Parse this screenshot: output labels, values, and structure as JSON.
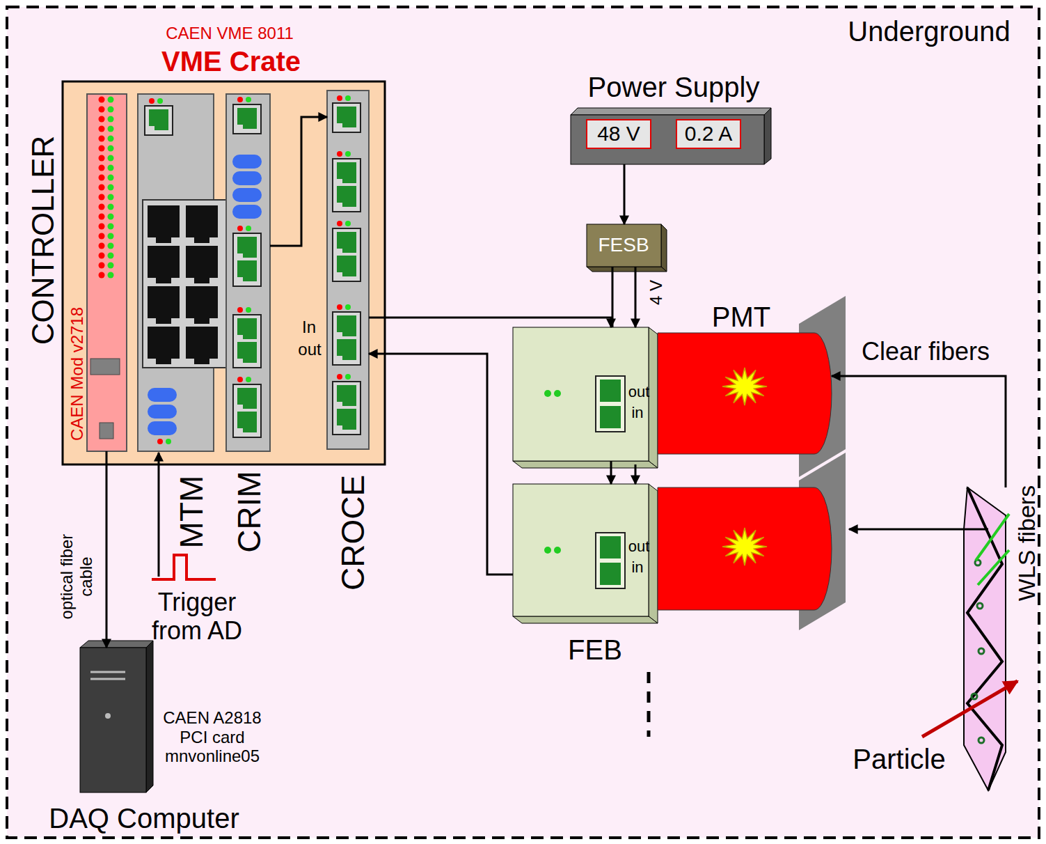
{
  "diagram": {
    "nodes": [
      {
        "text": [
          "Underground"
        ]
      },
      {
        "text": [
          "CAEN VME 8011",
          "VME Crate"
        ],
        "in": 0
      },
      {
        "text": [
          "CONTROLLER",
          "CAEN Mod v2718"
        ],
        "in": 1
      },
      {
        "text": [
          "MTM"
        ],
        "in": 1
      },
      {
        "text": [
          "CRIM"
        ],
        "in": 1
      },
      {
        "text": [
          "CROCE",
          "In",
          "out"
        ],
        "in": 1
      },
      {
        "text": [
          "Power Supply",
          "48 V",
          "0.2 A"
        ],
        "in": 0
      },
      {
        "text": [
          "FESB"
        ],
        "in": 0
      },
      {
        "text": [
          "out",
          "in"
        ],
        "in": 0
      },
      {
        "text": [
          "PMT"
        ],
        "in": 0
      },
      {
        "text": [
          "out",
          "in",
          "FEB"
        ],
        "in": 0
      },
      {
        "text": [
          "WLS fibers"
        ],
        "in": 0
      },
      {
        "text": [
          "CAEN A2818 PCI card mnvonline05",
          "DAQ Computer"
        ],
        "in": 0
      }
    ],
    "edges": [
      {
        "from": 2,
        "to": 12,
        "arrow": "to"
      },
      {
        "from": 4,
        "to": 5,
        "arrow": "to"
      },
      {
        "from": 5,
        "to": 8,
        "arrow": "to"
      },
      {
        "from": 8,
        "to": 10,
        "arrow": "to"
      },
      {
        "from": 10,
        "to": 5,
        "arrow": "to"
      },
      {
        "from": 6,
        "to": 7,
        "arrow": "to"
      },
      {
        "from": 7,
        "to": 8,
        "arrow": "to"
      },
      {
        "from": 11,
        "to": 9,
        "label": "Clear fibers",
        "arrow": "to"
      }
    ],
    "labels": [
      "optical fiber cable",
      "4 V",
      "Trigger from AD",
      "Particle"
    ]
  }
}
